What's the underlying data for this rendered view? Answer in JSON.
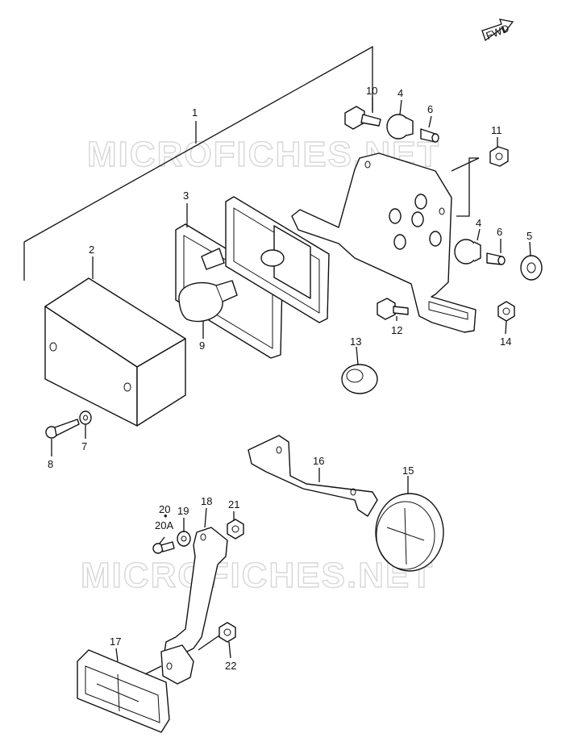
{
  "watermark": "MICROFICHES.NET",
  "fwd_label": "FWD",
  "callouts": {
    "c1": "1",
    "c2": "2",
    "c3": "3",
    "c4a": "4",
    "c4b": "4",
    "c5": "5",
    "c6a": "6",
    "c6b": "6",
    "c7": "7",
    "c8": "8",
    "c9": "9",
    "c10": "10",
    "c11": "11",
    "c12": "12",
    "c13": "13",
    "c14": "14",
    "c15": "15",
    "c16": "16",
    "c17": "17",
    "c18": "18",
    "c19": "19",
    "c20": "20",
    "c20a": "20A",
    "c21": "21",
    "c22": "22"
  }
}
